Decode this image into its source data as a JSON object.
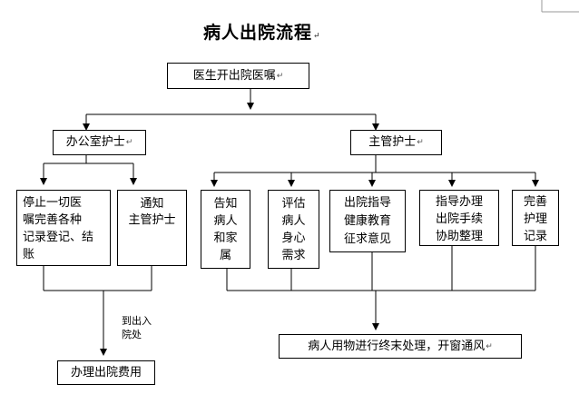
{
  "title": "病人出院流程",
  "paragraph_mark": "↵",
  "nodes": {
    "doctor_order": "医生开出院医嘱",
    "office_nurse": "办公室护士",
    "charge_nurse": "主管护士",
    "stop_orders": [
      "停止一切医",
      "嘱完善各种",
      "记录登记、结",
      "账"
    ],
    "notify_nurse": [
      "通知",
      "主管护士"
    ],
    "inform_family": [
      "告知",
      "病人",
      "和家",
      "属"
    ],
    "assess_patient": [
      "评估",
      "病人",
      "身心",
      "需求"
    ],
    "discharge_guidance": [
      "出院指导",
      "健康教育",
      "征求意见"
    ],
    "procedures": [
      "指导办理",
      "出院手续",
      "协助整理"
    ],
    "records": [
      "完善",
      "护理",
      "记录"
    ],
    "terminal_disinfection": "病人用物进行终末处理，开窗通风",
    "billing": "办理出院费用"
  },
  "edge_label": [
    "到出入",
    "院处"
  ]
}
